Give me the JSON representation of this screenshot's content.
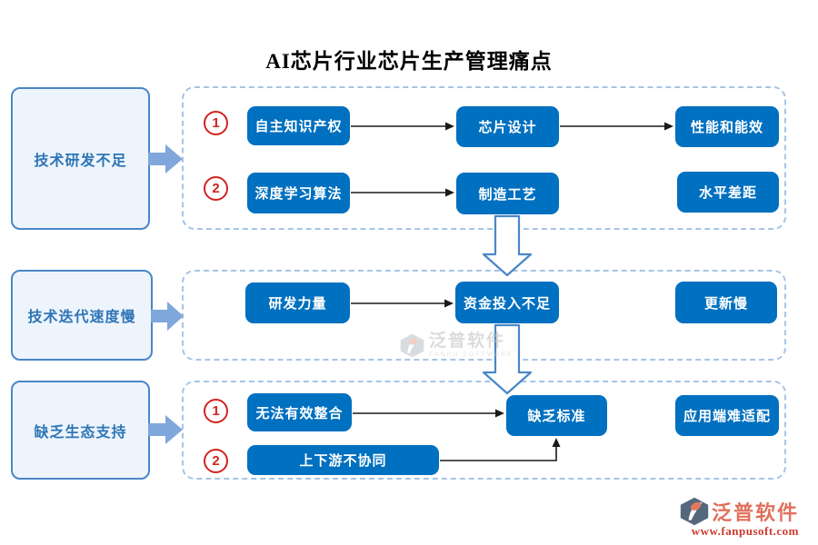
{
  "title": "AI芯片行业芯片生产管理痛点",
  "rows": [
    {
      "category": "技术研发不足"
    },
    {
      "category": "技术迭代速度慢"
    },
    {
      "category": "缺乏生态支持"
    }
  ],
  "boxes": {
    "r1b1": "自主知识产权",
    "r1b2": "芯片设计",
    "r1b3": "性能和能效",
    "r1b4": "深度学习算法",
    "r1b5": "制造工艺",
    "r1b6": "水平差距",
    "r2b1": "研发力量",
    "r2b2": "资金投入不足",
    "r2b3": "更新慢",
    "r3b1": "无法有效整合",
    "r3b2": "缺乏标准",
    "r3b3": "应用端难适配",
    "r3b4": "上下游不协同"
  },
  "badges": {
    "r1n1": "1",
    "r1n2": "2",
    "r3n1": "1",
    "r3n2": "2"
  },
  "watermark": {
    "brand": "泛普软件",
    "sub": "FANPU SOFTWARE"
  },
  "footer_logo": {
    "brand": "泛普软件",
    "url": "www.fanpusoft.com"
  },
  "colors": {
    "node_blue": "#0070c0",
    "panel_dash": "#a6c4e6",
    "category_fill": "#edf4fc",
    "category_border": "#4a86c8",
    "category_text": "#2e75b6",
    "badge_red": "#d02420",
    "fat_arrow_blue": "#7fa7db",
    "brand_salmon": "#e0705c",
    "brand_red": "#cc3a2e"
  }
}
